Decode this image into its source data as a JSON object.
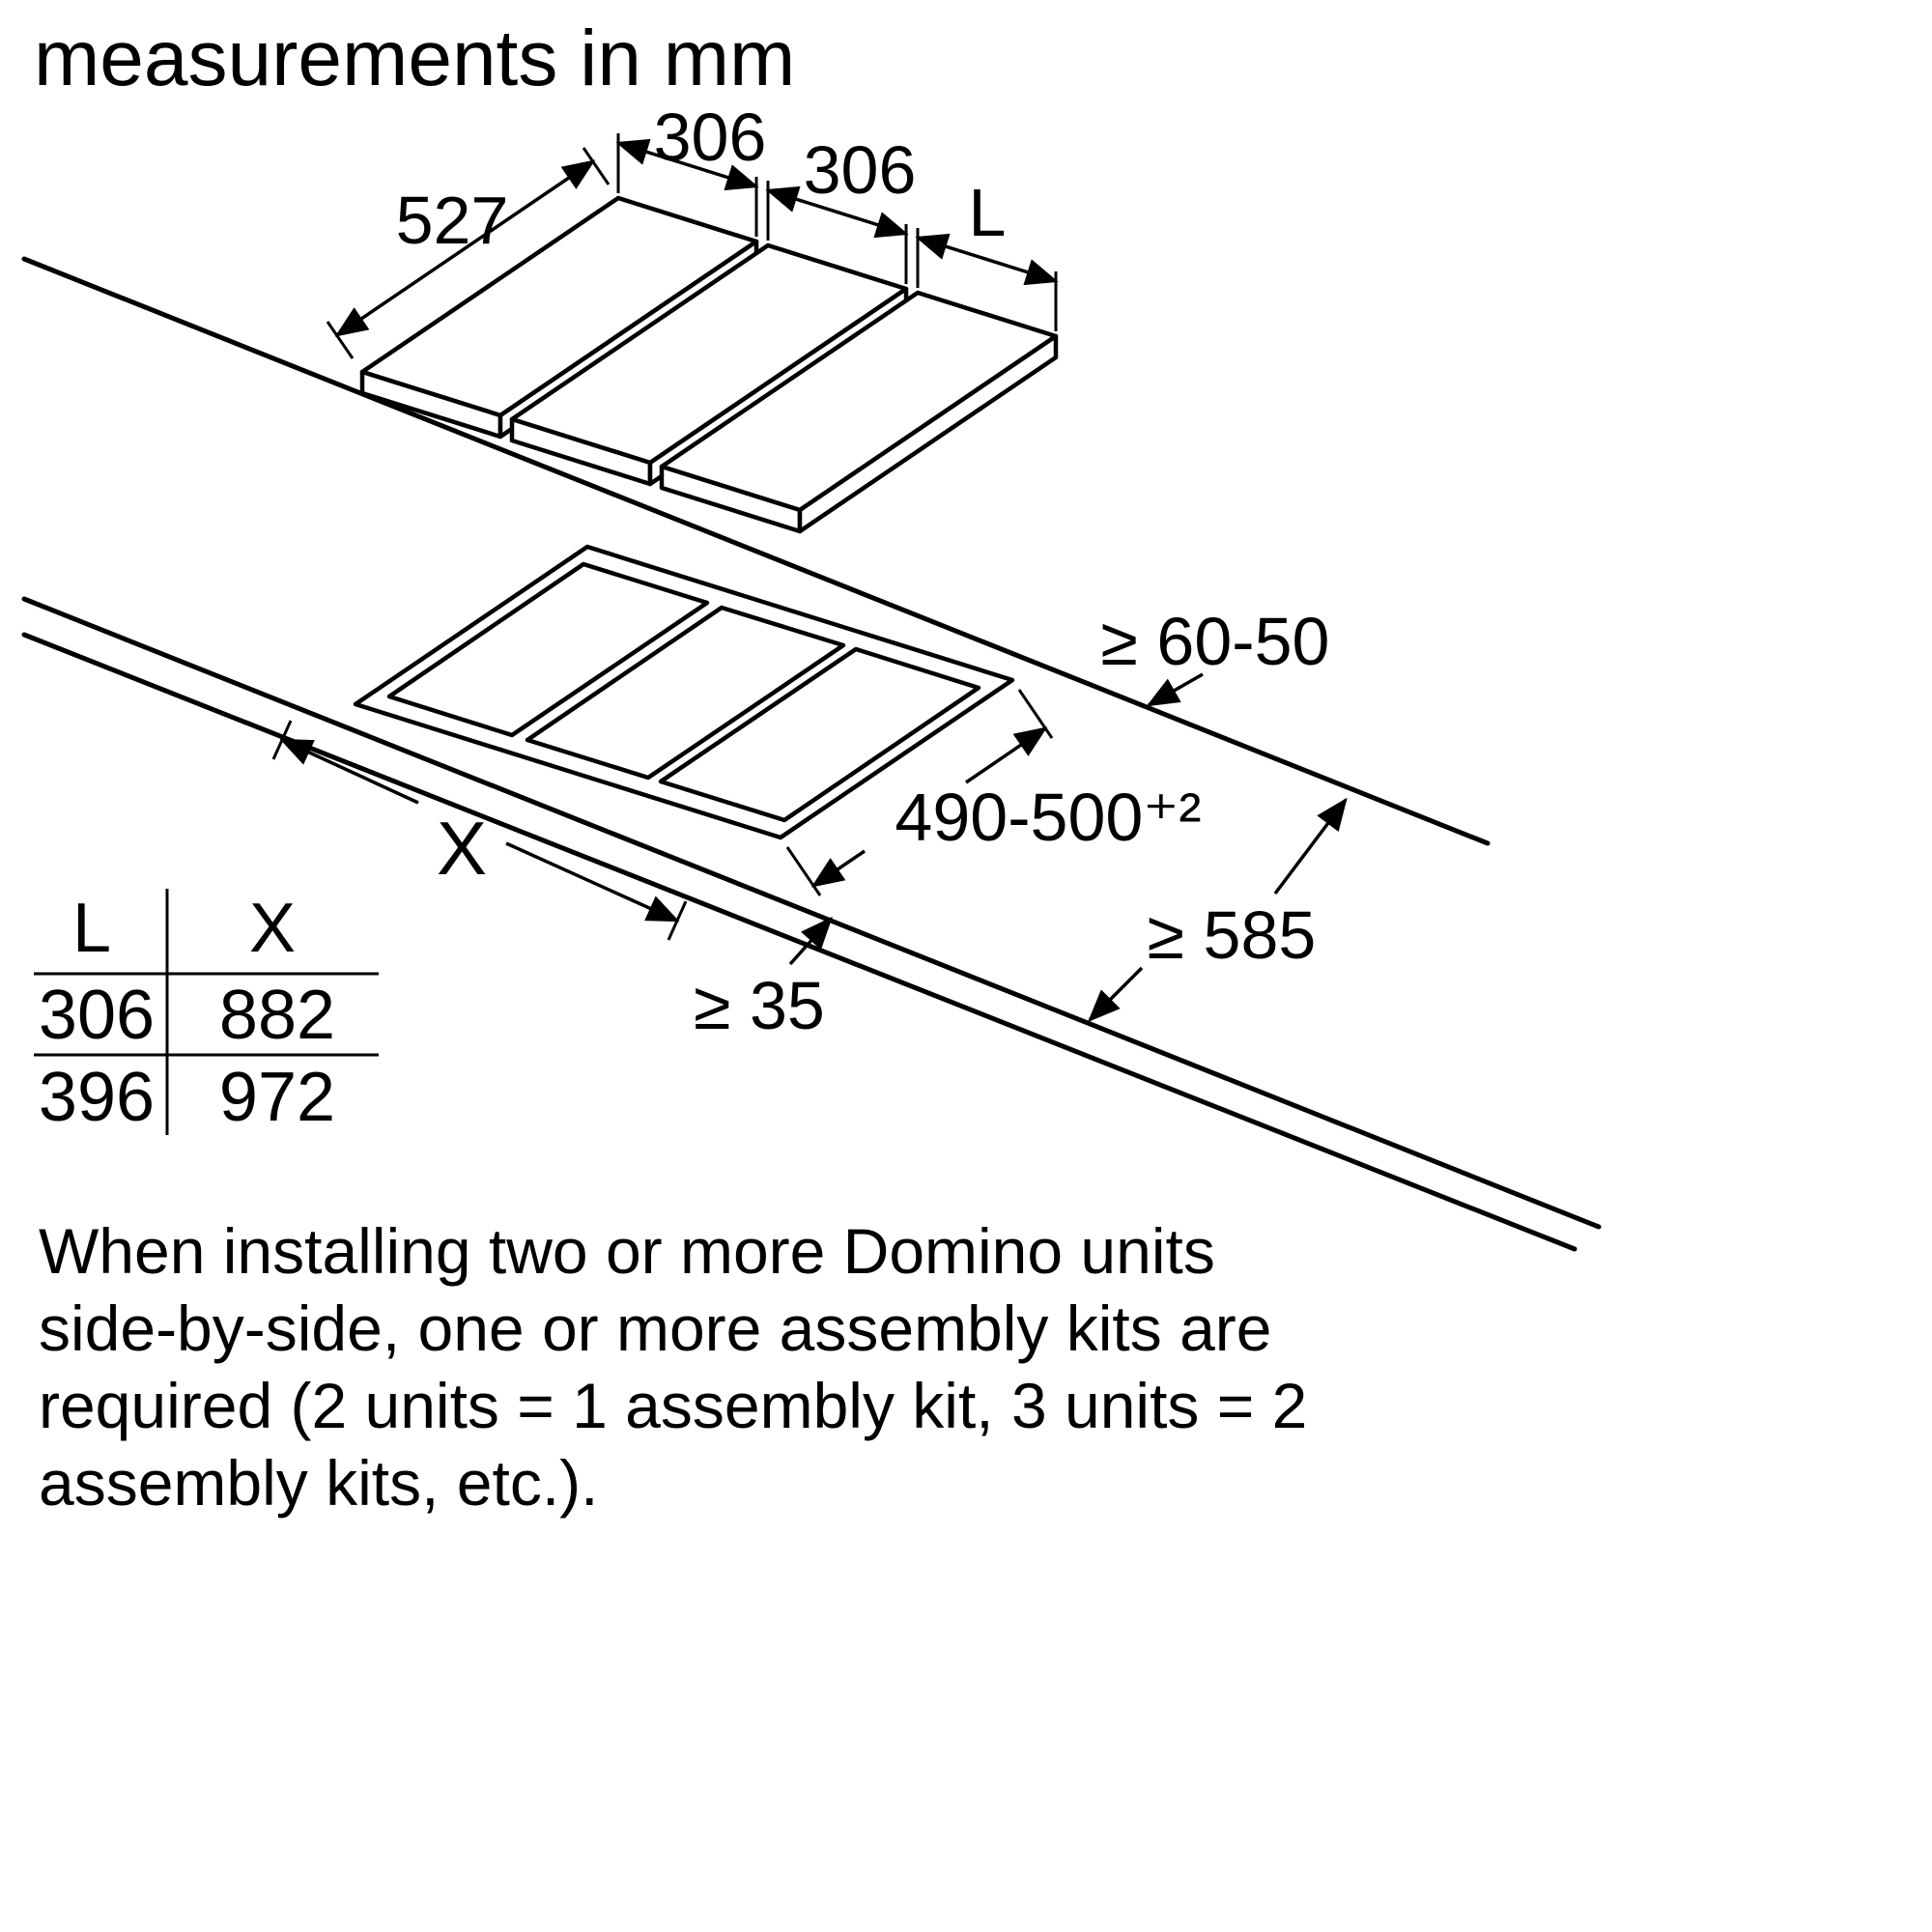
{
  "title": "measurements in mm",
  "colors": {
    "line": "#000000",
    "background": "#ffffff"
  },
  "unit_dims": {
    "depth": "527",
    "width_1": "306",
    "width_2": "306",
    "width_3": "L"
  },
  "install_dims": {
    "back_clearance": "≥ 60-50",
    "cutout_depth": "490-500⁺²",
    "cutout_width": "X",
    "worktop_depth": "≥ 585",
    "front_clearance": "≥ 35"
  },
  "size_table": {
    "columns": [
      "L",
      "X"
    ],
    "rows": [
      [
        "306",
        "882"
      ],
      [
        "396",
        "972"
      ]
    ]
  },
  "note_lines": [
    "When installing two or more Domino units",
    "side-by-side, one or more assembly kits are",
    "required (2 units = 1 assembly kit, 3 units = 2",
    "assembly kits, etc.).",
    ""
  ]
}
